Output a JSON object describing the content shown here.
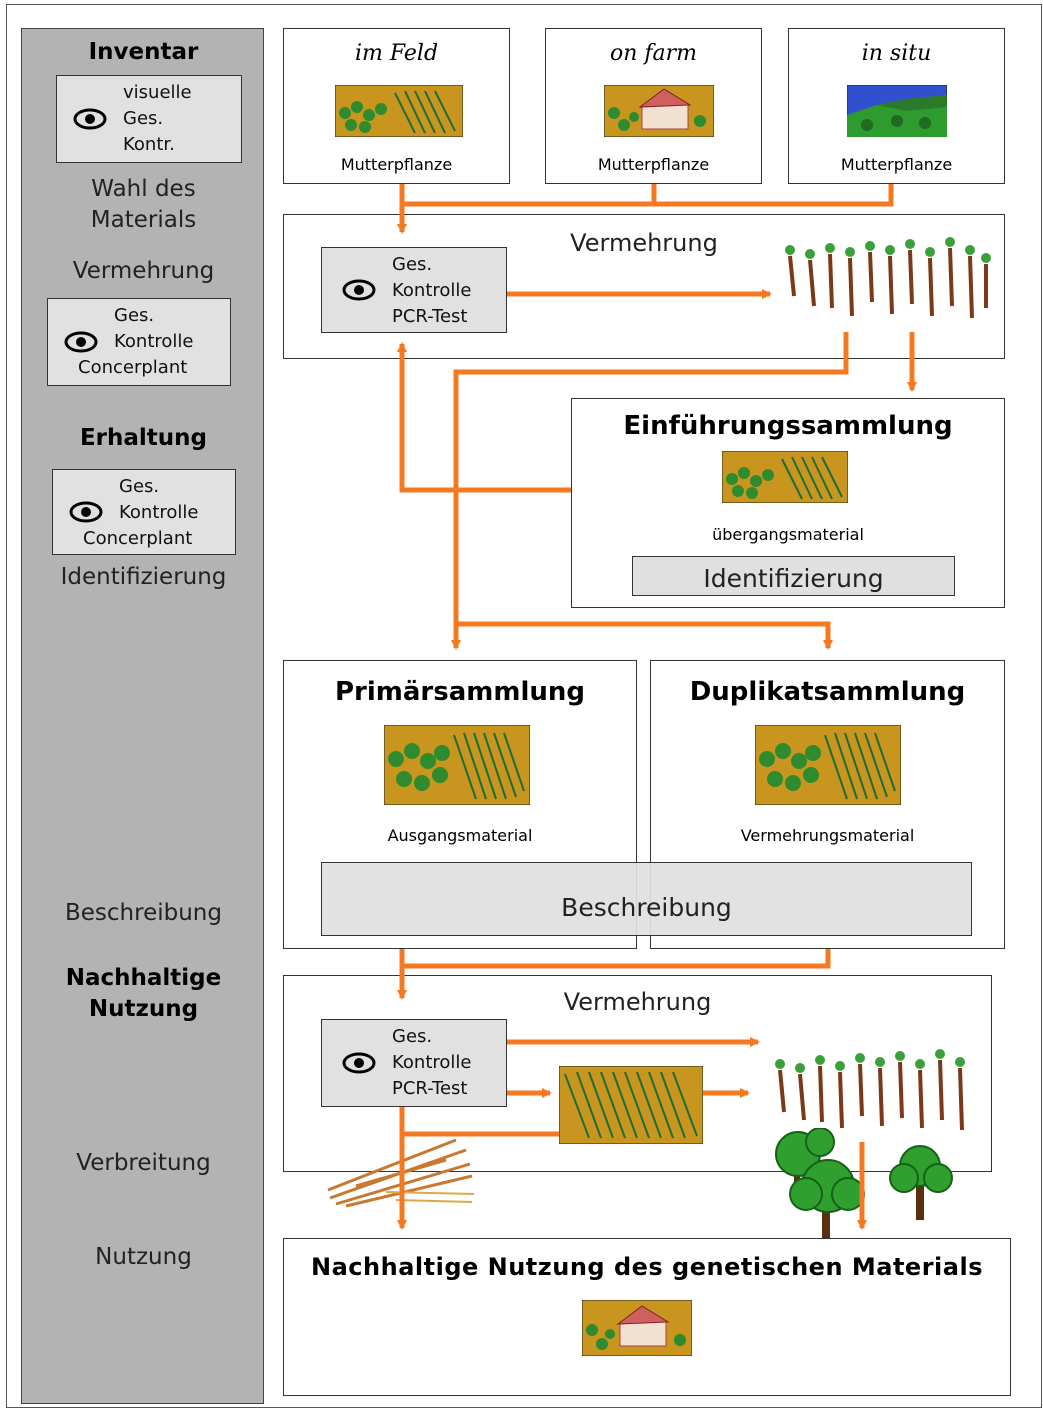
{
  "sidebar": {
    "inventar": "Inventar",
    "control1": [
      "visuelle",
      "Ges.",
      "Kontr."
    ],
    "wahl": [
      "Wahl des",
      "Materials"
    ],
    "vermehrung": "Vermehrung",
    "control2": [
      "Ges.",
      "Kontrolle",
      "Concerplant"
    ],
    "erhaltung": "Erhaltung",
    "control3": [
      "Ges.",
      "Kontrolle",
      "Concerplant"
    ],
    "identifizierung": "Identifizierung",
    "beschreibung": "Beschreibung",
    "nachhaltige": [
      "Nachhaltige",
      "Nutzung"
    ],
    "verbreitung": "Verbreitung",
    "nutzung": "Nutzung"
  },
  "sources": [
    {
      "title": "im Feld",
      "label": "Mutterpflanze"
    },
    {
      "title": "on farm",
      "label": "Mutterpflanze"
    },
    {
      "title": "in situ",
      "label": "Mutterpflanze"
    }
  ],
  "vermehrung1": {
    "title": "Vermehrung",
    "control": [
      "Ges.",
      "Kontrolle",
      "PCR-Test"
    ]
  },
  "einfuehrung": {
    "title": "Einführungssammlung",
    "label": "übergangsmaterial",
    "bar": "Identifizierung"
  },
  "primaer": {
    "title": "Primärsammlung",
    "label": "Ausgangsmaterial"
  },
  "duplikat": {
    "title": "Duplikatsammlung",
    "label": "Vermehrungsmaterial"
  },
  "beschreibung_bar": "Beschreibung",
  "vermehrung2": {
    "title": "Vermehrung",
    "control": [
      "Ges.",
      "Kontrolle",
      "PCR-Test"
    ]
  },
  "nutzung_box": {
    "title": "Nachhaltige Nutzung des genetischen Materials"
  },
  "colors": {
    "arrow": "#f47920",
    "sidebar": "#b3b3b3",
    "control": "#e1e1e1",
    "field": "#c8961e"
  }
}
